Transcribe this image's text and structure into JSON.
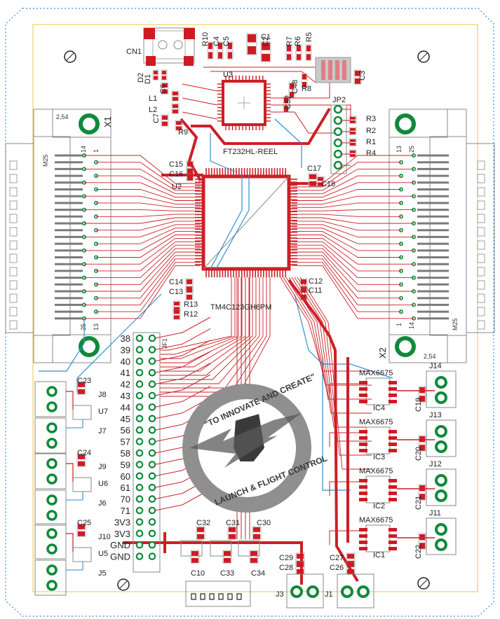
{
  "board": {
    "outline_color": "#3b8fd8",
    "edge_color": "#e8c84a",
    "trace_color": "#cc1f26",
    "bottom_trace_color": "#2f8fd0",
    "via_color": "#0f8a3a",
    "pad_color": "#d01a22",
    "silk_color": "#9a9a9a"
  },
  "connectors": {
    "x1": {
      "ref": "X1",
      "type": "M25",
      "pitch": "2,54",
      "pin_a": "14",
      "pin_b": "1",
      "pin_c": "25",
      "pin_d": "13"
    },
    "x2": {
      "ref": "X2",
      "type": "M25",
      "pitch": "2,54",
      "pin_a": "13",
      "pin_b": "25",
      "pin_c": "1",
      "pin_d": "14"
    },
    "cn1": "CN1",
    "jp2": "JP2",
    "jf1": "JF1"
  },
  "header_pins": [
    "38",
    "39",
    "40",
    "41",
    "42",
    "43",
    "44",
    "45",
    "56",
    "57",
    "58",
    "59",
    "60",
    "61",
    "70",
    "71",
    "3V3",
    "3V3",
    "GND",
    "GND"
  ],
  "components": {
    "r10": "R10",
    "c4": "C4",
    "c5": "C5",
    "c1": "C1",
    "c2": "C2",
    "r7": "R7",
    "r6": "R6",
    "r5": "R5",
    "r8": "R8",
    "c3": "C3",
    "d1": "D1",
    "d2": "D2",
    "l1": "L1",
    "l2": "L2",
    "c6": "C6",
    "c7": "C7",
    "c48": "C48",
    "c52": "C52",
    "r9": "R9",
    "u3": "U3",
    "r3": "R3",
    "r2": "R2",
    "r1": "R1",
    "r4": "R4",
    "c15": "C15",
    "c16": "C16",
    "u2": "U2",
    "c17": "C17",
    "c18": "C18",
    "c14": "C14",
    "c13": "C13",
    "c12": "C12",
    "c11": "C11",
    "r13": "R13",
    "r12": "R12",
    "ft232": "FT232HL-REEL",
    "mcu": "TM4C123GH6PM",
    "c23": "C23",
    "u7": "U7",
    "j8": "J8",
    "j7": "J7",
    "c24": "C24",
    "u6": "U6",
    "j9": "J9",
    "j6": "J6",
    "c25": "C25",
    "u5": "U5",
    "j10": "J10",
    "j5": "J5",
    "c32": "C32",
    "c31": "C31",
    "c30": "C30",
    "c10": "C10",
    "c33": "C33",
    "c34": "C34",
    "c29": "C29",
    "c28": "C28",
    "c27": "C27",
    "c26": "C26",
    "j3": "J3",
    "j1": "J1",
    "max_label": "MAX6675",
    "ic4": "IC4",
    "ic3": "IC3",
    "ic2": "IC2",
    "ic1": "IC1",
    "c19": "C19",
    "c20": "C20",
    "c21": "C21",
    "c22": "C22",
    "j14": "J14",
    "j13": "J13",
    "j12": "J12",
    "j11": "J11"
  },
  "logo": {
    "top_text": "\"TO INNOVATE AND CREATE\"",
    "bottom_text": "LAUNCH & FLIGHT CONTROL"
  }
}
